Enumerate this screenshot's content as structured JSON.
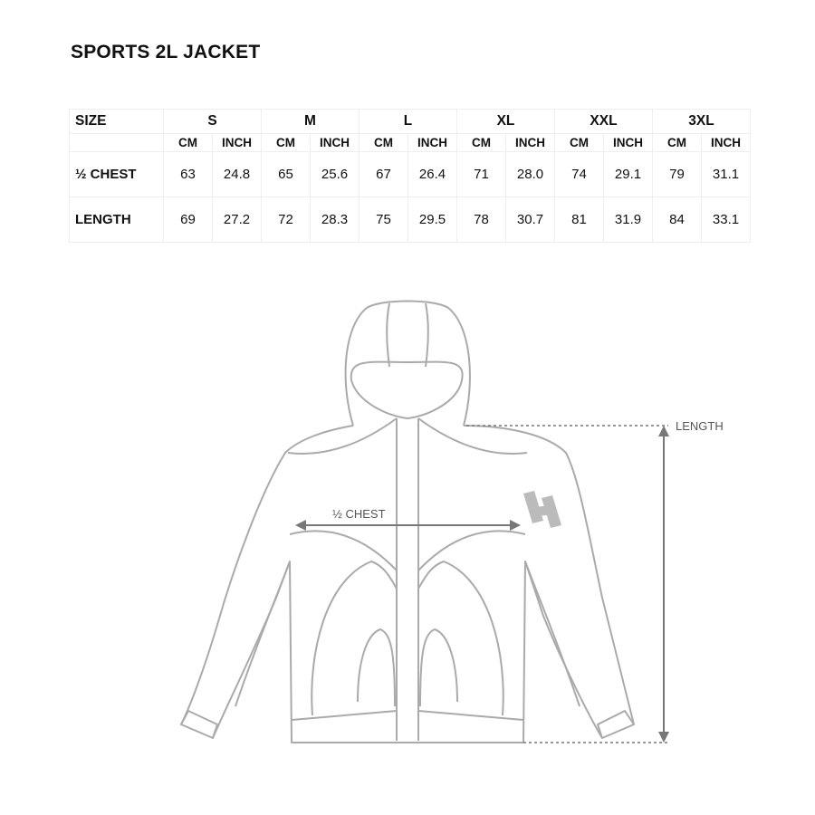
{
  "title": "SPORTS 2L JACKET",
  "table": {
    "size_label": "SIZE",
    "sizes": [
      "S",
      "M",
      "L",
      "XL",
      "XXL",
      "3XL"
    ],
    "units": [
      "CM",
      "INCH"
    ],
    "rows": [
      {
        "label": "½ CHEST",
        "values": [
          "63",
          "24.8",
          "65",
          "25.6",
          "67",
          "26.4",
          "71",
          "28.0",
          "74",
          "29.1",
          "79",
          "31.1"
        ]
      },
      {
        "label": "LENGTH",
        "values": [
          "69",
          "27.2",
          "72",
          "28.3",
          "75",
          "29.5",
          "78",
          "30.7",
          "81",
          "31.9",
          "84",
          "33.1"
        ]
      }
    ]
  },
  "diagram": {
    "chest_label": "½ CHEST",
    "length_label": "LENGTH"
  }
}
